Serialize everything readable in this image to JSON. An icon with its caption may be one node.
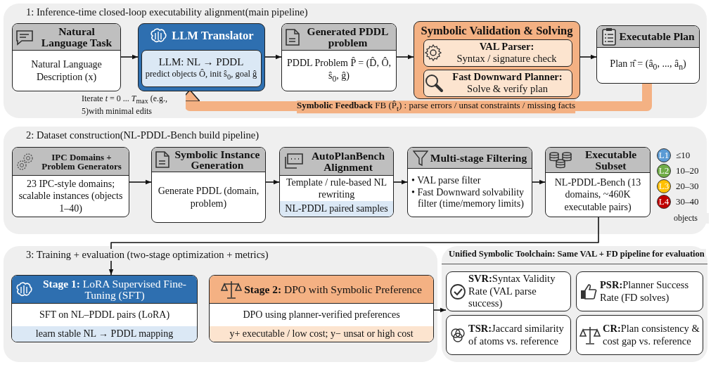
{
  "diagram": {
    "nodes": [
      {
        "text": [
          "1: Inference-time closed-loop executability alignment(main pipeline)"
        ]
      },
      {
        "text": [
          "Natural Language Task",
          "Natural Language Description (x)"
        ],
        "in": 0
      },
      {
        "text": [
          "LLM Translator"
        ],
        "in": 0
      },
      {
        "text": [
          "LLM: NL → PDDL",
          "predict objects Ô, init ŝ$_{0}$, goal ĝ"
        ],
        "in": 2
      },
      {
        "text": [
          "Generated PDDL problem",
          "PDDL Problem P̂ = (D̂, Ô, ŝ$_{0}$, ĝ)"
        ],
        "in": 0
      },
      {
        "text": [
          "Symbolic Validation & Solving"
        ],
        "in": 0
      },
      {
        "text": [
          "VAL Parser:",
          "Syntax / signature check"
        ],
        "in": 5
      },
      {
        "text": [
          "Fast Downward Planner:",
          "Solve & verify plan"
        ],
        "in": 5
      },
      {
        "text": [
          "Executable Plan",
          "Plan π̂ = (â$_{0}$, ..., â$_{n}$)"
        ],
        "in": 0
      },
      {
        "text": [
          "2: Dataset construction(NL-PDDL-Bench build pipeline)"
        ]
      },
      {
        "text": [
          "IPC Domains + Problem Generators",
          "23 IPC-style domains; scalable instances (objects 1–40)"
        ],
        "in": 9
      },
      {
        "text": [
          "Symbolic Instance Generation",
          "Generate PDDL (domain, problem)"
        ],
        "in": 9
      },
      {
        "text": [
          "AutoPlanBench Alignment",
          "Template / rule-based NL rewriting",
          "NL-PDDL paired samples"
        ],
        "in": 9
      },
      {
        "text": [
          "Multi-stage Filtering",
          "• VAL parse filter",
          "• Fast Downward solvability filter (time/memory limits)"
        ],
        "in": 9
      },
      {
        "text": [
          "Executable Subset",
          "NL-PDDL-Bench (13 domains, ~460K executable pairs)"
        ],
        "in": 9
      },
      {
        "text": [
          "L1"
        ],
        "beside": [
          "≤10"
        ],
        "in": 9
      },
      {
        "text": [
          "L2"
        ],
        "beside": [
          "10–20"
        ],
        "in": 9
      },
      {
        "text": [
          "L3"
        ],
        "beside": [
          "20–30"
        ],
        "in": 9
      },
      {
        "text": [
          "L4"
        ],
        "beside": [
          "30–40"
        ],
        "in": 9
      },
      {
        "text": [
          "3: Training + evaluation (two-stage optimization + metrics)"
        ]
      },
      {
        "text": [
          "**Stage 1:** LoRA Supervised Fine-Tuning (SFT)",
          "SFT on NL–PDDL pairs (LoRA)",
          "learn stable NL → PDDL mapping"
        ],
        "in": 19
      },
      {
        "text": [
          "**Stage 2:** DPO with Symbolic Preference",
          "DPO using planner-verified preferences",
          "y+ executable / low cost;  y− unsat or high cost"
        ],
        "in": 19
      },
      {
        "text": [
          "Unified Symbolic Toolchain: Same VAL + FD pipeline for evaluation"
        ]
      },
      {
        "text": [
          "**SVR:**Syntax Validity Rate (VAL parse success)"
        ],
        "in": 22
      },
      {
        "text": [
          "**PSR:**Planner Success Rate (FD solves)"
        ],
        "in": 22
      },
      {
        "text": [
          "**TSR:**Jaccard similarity of atoms vs. reference"
        ],
        "in": 22
      },
      {
        "text": [
          "**CR:**Plan consistency & cost gap vs. reference"
        ],
        "in": 22
      }
    ],
    "edges": [
      {
        "from": 1,
        "to": 2,
        "arrow": "to"
      },
      {
        "from": 2,
        "to": 4,
        "arrow": "to"
      },
      {
        "from": 4,
        "to": 5,
        "arrow": "to"
      },
      {
        "from": 5,
        "to": 8,
        "arrow": "to"
      },
      {
        "from": 8,
        "to": 2,
        "arrow": "to",
        "style": "thick",
        "color": "#f4b183",
        "label": "**Symbolic Feedback** FB (P̂$_{t}$) : parse errors / unsat constraints / missing facts"
      },
      {
        "from": 10,
        "to": 11,
        "arrow": "to"
      },
      {
        "from": 11,
        "to": 12,
        "arrow": "to"
      },
      {
        "from": 12,
        "to": 13,
        "arrow": "to"
      },
      {
        "from": 13,
        "to": 14,
        "arrow": "to"
      },
      {
        "from": 14,
        "to": 20,
        "arrow": "to"
      },
      {
        "from": 21,
        "to": 23,
        "arrow": "to"
      }
    ],
    "labels": [
      "Iterate *t* = 0 ... *T*$_{max}$ (e.g., 5)with minimal edits",
      "objects"
    ]
  }
}
